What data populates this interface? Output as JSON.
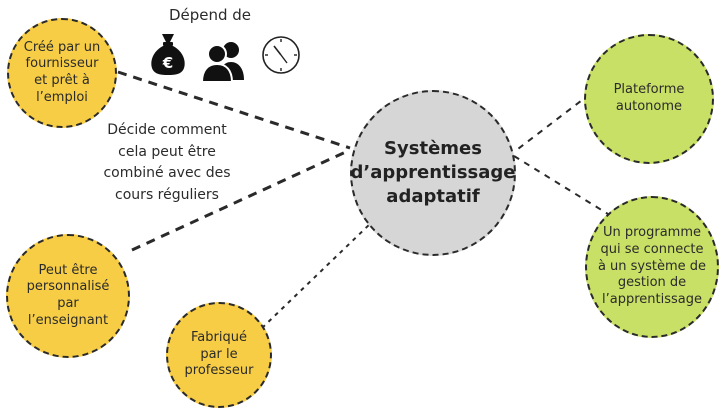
{
  "diagram": {
    "center": {
      "label": "Systèmes\nd’apprentissage\nadaptatif"
    },
    "depend_label": "Dépend de",
    "depend_icons": [
      "money-bag-icon",
      "users-icon",
      "clock-icon"
    ],
    "money_symbol": "€",
    "combine_note": "Décide comment\ncela peut être\ncombiné avec des\ncours réguliers",
    "nodes": {
      "supplier": "Créé par un\nfournisseur\net prêt à\nl’emploi",
      "personalized": "Peut être\npersonnalisé\npar\nl’enseignant",
      "teacher_made": "Fabriqué\npar le\nprofesseur",
      "standalone": "Plateforme\nautonome",
      "lms": "Un programme\nqui se connecte\nà un système de\ngestion de\nl’apprentissage"
    },
    "colors": {
      "yellow": "#f7cd45",
      "green": "#c8e065",
      "center": "#d6d6d6",
      "line": "#2a2a2a"
    }
  }
}
